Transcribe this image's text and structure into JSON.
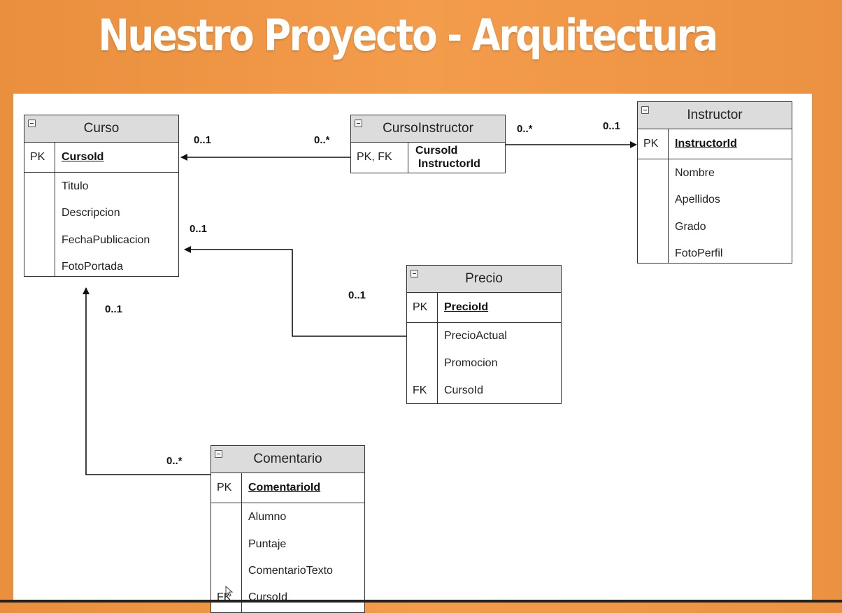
{
  "slide": {
    "title": "Nuestro Proyecto - Arquitectura"
  },
  "entities": {
    "curso": {
      "name": "Curso",
      "pk_label": "PK",
      "pk": "CursoId",
      "fields": [
        "Titulo",
        "Descripcion",
        "FechaPublicacion",
        "FotoPortada"
      ]
    },
    "cursoinstructor": {
      "name": "CursoInstructor",
      "pk_label": "PK, FK",
      "pk": [
        "CursoId",
        "InstructorId"
      ]
    },
    "instructor": {
      "name": "Instructor",
      "pk_label": "PK",
      "pk": "InstructorId",
      "fields": [
        "Nombre",
        "Apellidos",
        "Grado",
        "FotoPerfil"
      ]
    },
    "precio": {
      "name": "Precio",
      "pk_label": "PK",
      "pk": "PrecioId",
      "fields": [
        "PrecioActual",
        "Promocion",
        "CursoId"
      ],
      "fk_label": "FK"
    },
    "comentario": {
      "name": "Comentario",
      "pk_label": "PK",
      "pk": "ComentarioId",
      "fields": [
        "Alumno",
        "Puntaje",
        "ComentarioTexto",
        "CursoId"
      ],
      "fk_label": "FK"
    }
  },
  "relationships": [
    {
      "from": "CursoInstructor",
      "to": "Curso",
      "from_mult": "0..*",
      "to_mult": "0..1"
    },
    {
      "from": "CursoInstructor",
      "to": "Instructor",
      "from_mult": "0..*",
      "to_mult": "0..1"
    },
    {
      "from": "Precio",
      "to": "Curso",
      "from_mult": "0..1",
      "to_mult": "0..1"
    },
    {
      "from": "Comentario",
      "to": "Curso",
      "from_mult": "0..*",
      "to_mult": "0..1"
    }
  ]
}
